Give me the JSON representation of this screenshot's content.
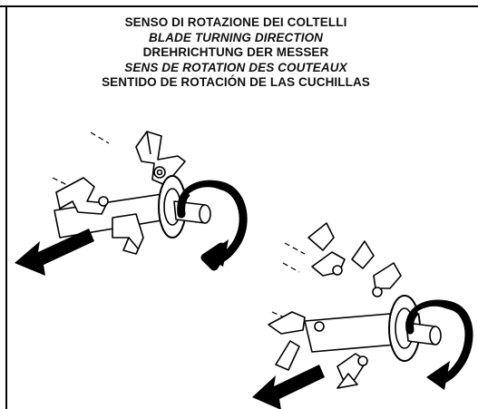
{
  "titles": {
    "it": "SENSO DI ROTAZIONE DEI COLTELLI",
    "en": "BLADE TURNING DIRECTION",
    "de": "DREHRICHTUNG DER MESSER",
    "fr": "SENS DE ROTATION DES COUTEAUX",
    "es": "SENTIDO DE ROTACIÓN DE LAS CUCHILLAS"
  }
}
